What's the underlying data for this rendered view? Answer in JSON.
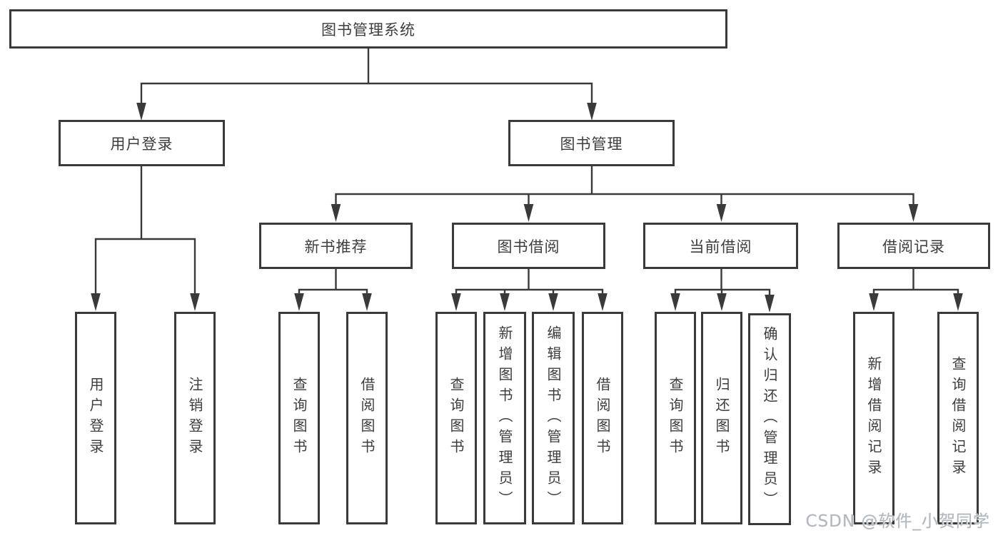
{
  "tree": {
    "root": {
      "label": "图书管理系统"
    },
    "branches": [
      {
        "label": "用户登录",
        "children": [
          {
            "label": "用户登录"
          },
          {
            "label": "注销登录"
          }
        ]
      },
      {
        "label": "图书管理",
        "children": [
          {
            "label": "新书推荐",
            "children": [
              {
                "label": "查询图书"
              },
              {
                "label": "借阅图书"
              }
            ]
          },
          {
            "label": "图书借阅",
            "children": [
              {
                "label": "查询图书"
              },
              {
                "label": "新增图书（管理员）"
              },
              {
                "label": "编辑图书（管理员）"
              },
              {
                "label": "借阅图书"
              }
            ]
          },
          {
            "label": "当前借阅",
            "children": [
              {
                "label": "查询图书"
              },
              {
                "label": "归还图书"
              },
              {
                "label": "确认归还（管理员）"
              }
            ]
          },
          {
            "label": "借阅记录",
            "children": [
              {
                "label": "新增借阅记录"
              },
              {
                "label": "查询借阅记录"
              }
            ]
          }
        ]
      }
    ]
  },
  "watermark": {
    "text": "CSDN @软件_小贺同学"
  },
  "colors": {
    "line": "#3a3a3a",
    "text": "#3d3d3d",
    "background": "#ffffff",
    "watermark": "#b3b8bf"
  }
}
